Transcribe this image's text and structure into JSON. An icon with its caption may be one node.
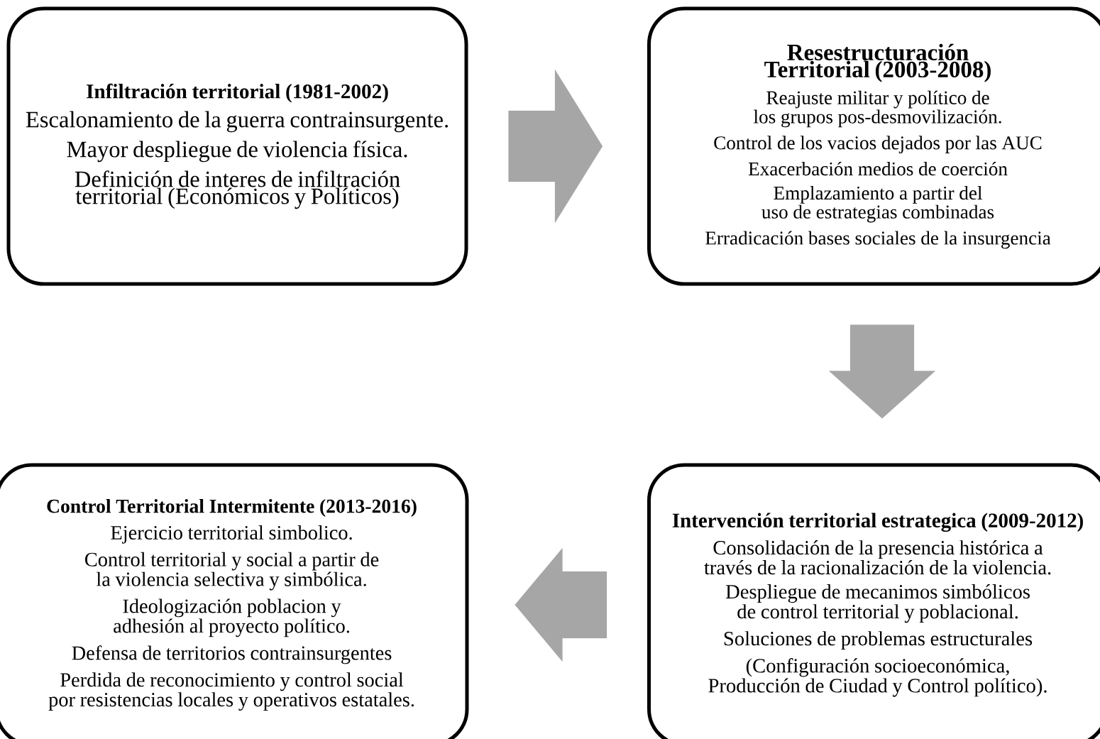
{
  "diagram": {
    "nodes": [
      {
        "text": [
          "Infiltración territorial (1981-2002)",
          "Escalonamiento de la guerra contrainsurgente.",
          "Mayor despliegue de violencia física.",
          "Definición de interes de infiltración territorial (Económicos y Políticos)"
        ]
      },
      {
        "text": [
          "Resestructuración Territorial (2003-2008)",
          "Reajuste militar y político de los grupos pos-desmovilización.",
          "Control de los vacios dejados por las AUC",
          "Exacerbación medios de coerción",
          "Emplazamiento a partir del uso de estrategias combinadas",
          "Erradicación bases sociales de la insurgencia"
        ]
      },
      {
        "text": [
          "Control Territorial Intermitente (2013-2016)",
          "Ejercicio territorial simbolico.",
          "Control territorial y social a partir de la violencia selectiva y simbólica.",
          "Ideologización poblacion y adhesión al proyecto político.",
          "Defensa de territorios contrainsurgentes",
          "Perdida de reconocimiento y control social por resistencias locales y operativos estatales."
        ]
      },
      {
        "text": [
          "Intervención territorial estrategica (2009-2012)",
          "Consolidación de la presencia histórica a través de la racionalización de la violencia.",
          "Despliegue de mecanimos simbólicos de control territorial y poblacional.",
          "Soluciones de problemas estructurales",
          "(Configuración socioeconómica, Producción de Ciudad y Control político)."
        ]
      }
    ],
    "edges": [
      {
        "from": 0,
        "to": 1,
        "arrow": "to"
      },
      {
        "from": 1,
        "to": 3,
        "arrow": "to"
      },
      {
        "from": 3,
        "to": 2,
        "arrow": "to"
      }
    ]
  }
}
